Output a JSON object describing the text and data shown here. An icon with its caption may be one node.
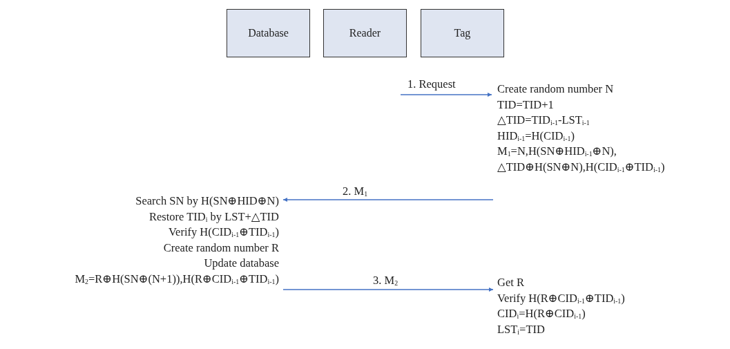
{
  "diagram": {
    "nodes": [
      {
        "text": [
          "Database"
        ]
      },
      {
        "text": [
          "Reader"
        ]
      },
      {
        "text": [
          "Tag"
        ]
      },
      {
        "text": [
          "Create random number N",
          "TID=TID+1",
          "△TID=TID$_{i-1}$-LST$_{i-1}$",
          "HID$_{i-1}$=H(CID$_{i-1}$)",
          "M$_{1}$=N,H(SN⊕HID$_{i-1}$⊕N), △TID⊕H(SN⊕N),H(CID$_{i-1}$⊕TID$_{i-1}$)"
        ]
      },
      {
        "text": [
          "Search SN by H(SN⊕HID⊕N)",
          "Restore TID$_{i}$ by LST+△TID",
          "Verify H(CID$_{i-1}$⊕TID$_{i-1}$)",
          "Create random number R",
          "Update database",
          "M$_{2}$=R⊕H(SN⊕(N+1)),H(R⊕CID$_{i-1}$⊕TID$_{i-1}$)"
        ]
      },
      {
        "text": [
          "Get R",
          "Verify H(R⊕CID$_{i-1}$⊕TID$_{i-1}$)",
          "CID$_{i}$=H(R⊕CID$_{i-1}$)",
          "LST$_{i}$=TID"
        ]
      }
    ],
    "edges": [
      {
        "from": null,
        "to": 3,
        "arrow": "to",
        "label": "1. Request"
      },
      {
        "from": 3,
        "to": 4,
        "arrow": "to",
        "label": "2. M$_{1}$"
      },
      {
        "from": 4,
        "to": 5,
        "arrow": "to",
        "label": "3. M$_{2}$"
      }
    ]
  }
}
